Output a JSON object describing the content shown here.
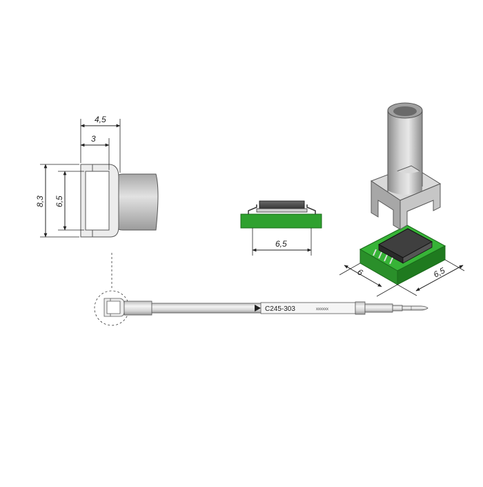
{
  "drawing": {
    "tip_front_view": {
      "dim_total_width": "4,5",
      "dim_inner_width": "3",
      "dim_total_height": "8,3",
      "dim_inner_height": "6,5"
    },
    "component_side_view": {
      "dim_width": "6,5"
    },
    "isometric_view": {
      "dim_depth": "6",
      "dim_width": "6,5"
    },
    "cartridge": {
      "model_label": "C245-303",
      "serial_label": "xxxxxx"
    },
    "colors": {
      "pcb_green": "#2fa12f",
      "pcb_green_dark": "#1e7a1e",
      "metal_light": "#e6e6e6",
      "metal_mid": "#c8c8c8",
      "metal_dark": "#8e8e8e",
      "chip_dark": "#3a3a3a"
    }
  }
}
